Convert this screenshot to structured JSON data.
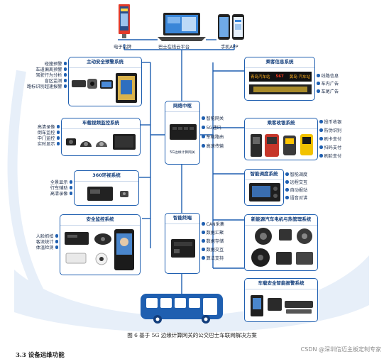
{
  "top": {
    "sign_label": "电子站牌",
    "cloud_label": "巴士在线云平台",
    "app_label": "手机APP"
  },
  "hub": {
    "title": "网络中枢",
    "device_label": "5G边缘计算网关",
    "items": [
      "智能网关",
      "5G通讯",
      "车载路由",
      "高速传输"
    ]
  },
  "terminal": {
    "title": "智能终端",
    "items": [
      "CAN采集",
      "数据汇聚",
      "数据存储",
      "数据交互",
      "算法支持"
    ]
  },
  "left_sections": [
    {
      "title": "主动安全预警系统",
      "items": [
        "碰撞预警",
        "车道偏离预警",
        "驾驶行为分析",
        "盲区监测",
        "路标识别超速报警"
      ]
    },
    {
      "title": "车载视频监控系统",
      "items": [
        "高清录像",
        "倒车监控",
        "中门监控",
        "实时显示"
      ]
    },
    {
      "title": "360环视系统",
      "items": [
        "全景显示",
        "行车辅助",
        "高清录像"
      ]
    },
    {
      "title": "安全监控系统",
      "items": [
        "人脸抓拍",
        "客流统计",
        "体温检测"
      ]
    }
  ],
  "right_sections": [
    {
      "title": "乘客信息系统",
      "items": [
        "线路信息",
        "车内广告",
        "车尾广告"
      ]
    },
    {
      "title": "乘客收银系统",
      "items": [
        "投币收银",
        "防伪识别",
        "刷卡支付",
        "扫码支付",
        "刷脸支付"
      ]
    },
    {
      "title": "智能调度系统",
      "items": [
        "智能调度",
        "远程交互",
        "自动报站",
        "语音对讲"
      ]
    },
    {
      "title": "新能源汽车电机与热管理系统",
      "items": []
    },
    {
      "title": "车载安全智能报警系统",
      "items": []
    }
  ],
  "led_text": {
    "line1": "青岛汽车站",
    "line2": "567",
    "line3": "黄岛·汽车站"
  },
  "caption": "图 6   基于 5G 边缘计算网关的公交巴士车联网解决方案",
  "subhead": "3.3   设备运维功能",
  "watermark": "CSDN @深圳信迈主板定制专家",
  "colors": {
    "accent": "#1f5fb0",
    "dark": "#133e7c",
    "bg_curve": "#e7eff9"
  }
}
